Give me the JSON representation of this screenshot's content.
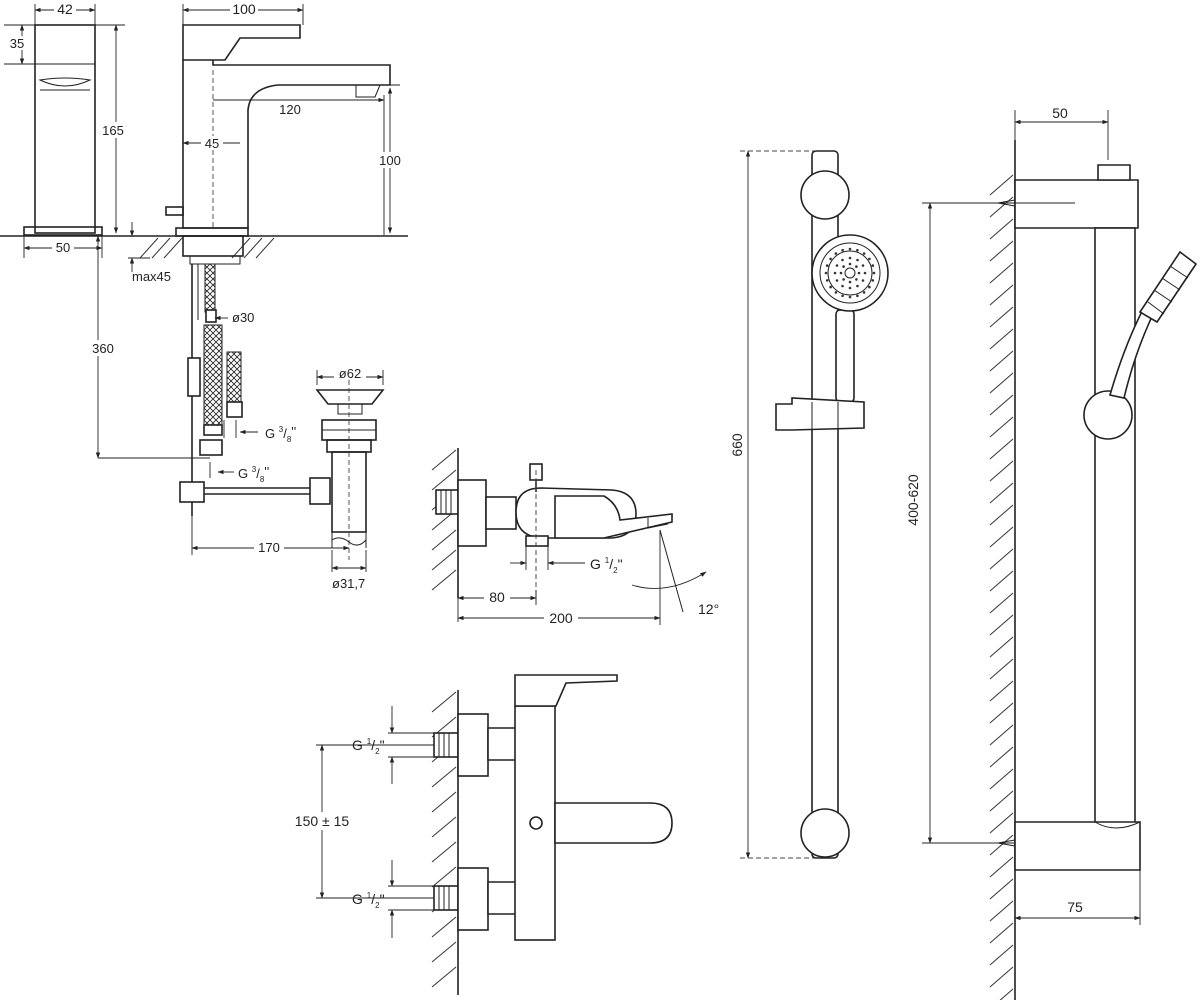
{
  "basin_mixer": {
    "dim_width_42": "42",
    "dim_height_35": "35",
    "dim_depth_100": "100",
    "dim_height_165": "165",
    "dim_reach_120": "120",
    "dim_axis_45": "45",
    "dim_spout_height_100": "100",
    "dim_base_50": "50",
    "dim_max_thickness": "max45",
    "dim_hose_360": "360",
    "dim_hose_dia_30": "ø30",
    "thread_g38_a": "G",
    "thread_g38_b": "G",
    "thread_frac_num": "3",
    "thread_frac_den": "8",
    "thread_inch": "''",
    "dim_waste_dia_62": "ø62",
    "dim_waste_170": "170",
    "dim_waste_outlet": "ø31,7"
  },
  "bath_mixer": {
    "thread_g12": "G",
    "frac_num": "1",
    "frac_den": "2",
    "inch": "\"",
    "dim_80": "80",
    "dim_200": "200",
    "angle_12": "12°"
  },
  "bath_mixer_front": {
    "thread_top": "G",
    "thread_bottom": "G",
    "frac_num": "1",
    "frac_den": "2",
    "inch": "\"",
    "dim_center": "150 ± 15"
  },
  "shower_rail": {
    "dim_660": "660",
    "dim_400_620": "400-620",
    "dim_50": "50",
    "dim_75": "75"
  }
}
